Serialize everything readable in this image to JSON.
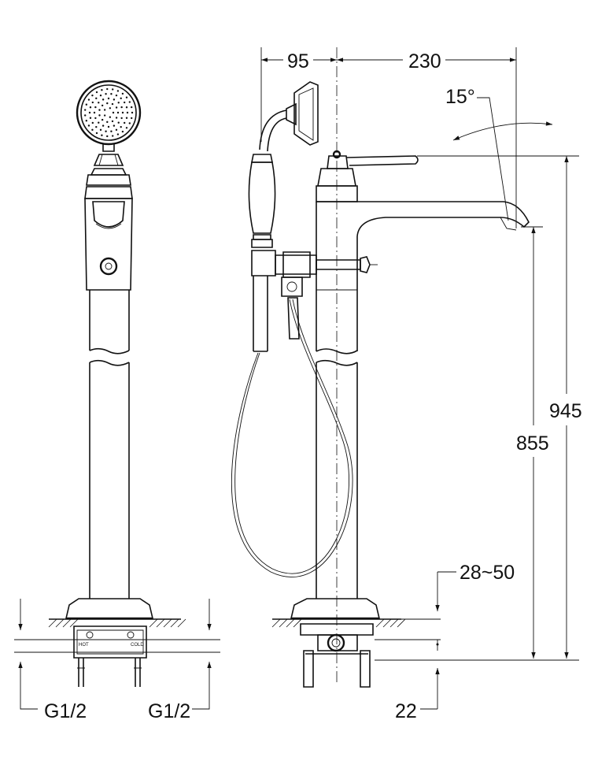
{
  "dimensions": {
    "d_95": "95",
    "d_230": "230",
    "angle": "15°",
    "d_945": "945",
    "d_855": "855",
    "d_28_50": "28~50",
    "d_22": "22",
    "inlet_left": "G1/2",
    "inlet_right": "G1/2"
  },
  "labels": {
    "hot": "HOT",
    "cold": "COLD"
  }
}
